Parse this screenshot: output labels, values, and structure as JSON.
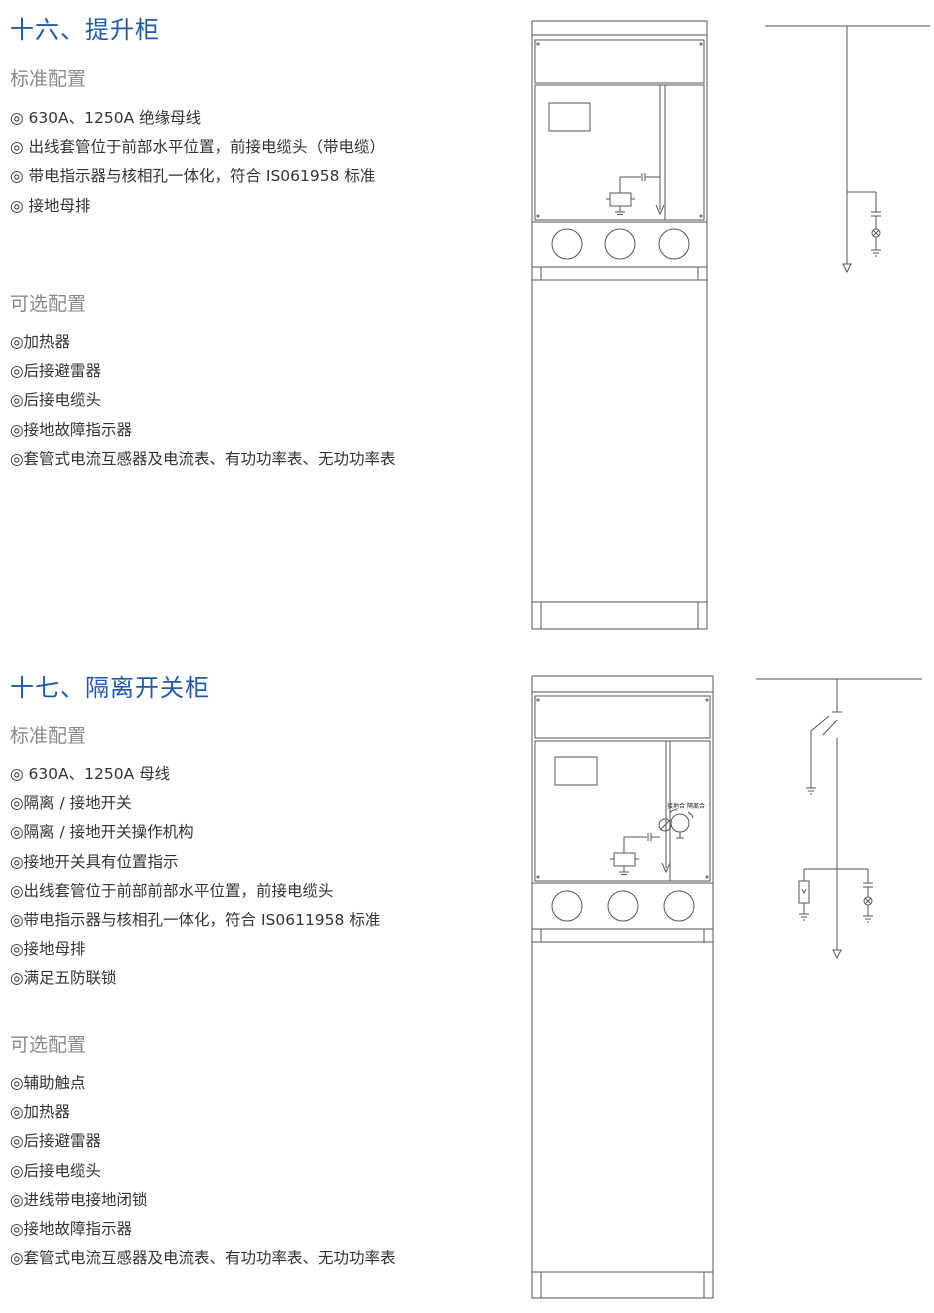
{
  "sections": [
    {
      "title": "十六、提升柜",
      "standard_title": "标准配置",
      "standard_items": [
        "◎ 630A、1250A 绝缘母线",
        "◎ 出线套管位于前部水平位置，前接电缆头（带电缆）",
        "◎ 带电指示器与核相孔一体化，符合 IS061958 标准",
        "◎ 接地母排"
      ],
      "optional_title": "可选配置",
      "optional_items": [
        "◎加热器",
        "◎后接避雷器",
        "◎后接电缆头",
        "◎接地故障指示器",
        "◎套管式电流互感器及电流表、有功功率表、无功功率表"
      ]
    },
    {
      "title": "十七、隔离开关柜",
      "standard_title": "标准配置",
      "standard_items": [
        "◎ 630A、1250A 母线",
        "◎隔离 / 接地开关",
        "◎隔离 / 接地开关操作机构",
        "◎接地开关具有位置指示",
        "◎出线套管位于前部前部水平位置，前接电缆头",
        "◎带电指示器与核相孔一体化，符合 IS0611958 标准",
        "◎接地母排",
        "◎满足五防联锁"
      ],
      "optional_title": "可选配置",
      "optional_items": [
        "◎辅助触点",
        "◎加热器",
        "◎后接避雷器",
        "◎后接电缆头",
        "◎进线带电接地闭锁",
        "◎接地故障指示器",
        "◎套管式电流互感器及电流表、有功功率表、无功功率表"
      ]
    }
  ],
  "drawing_labels": {
    "earth_close": "接地合",
    "isolate_close": "隔离合"
  },
  "colors": {
    "title": "#1f5aa6",
    "subtitle": "#8a8a8a",
    "text": "#333333",
    "line": "#555555"
  }
}
